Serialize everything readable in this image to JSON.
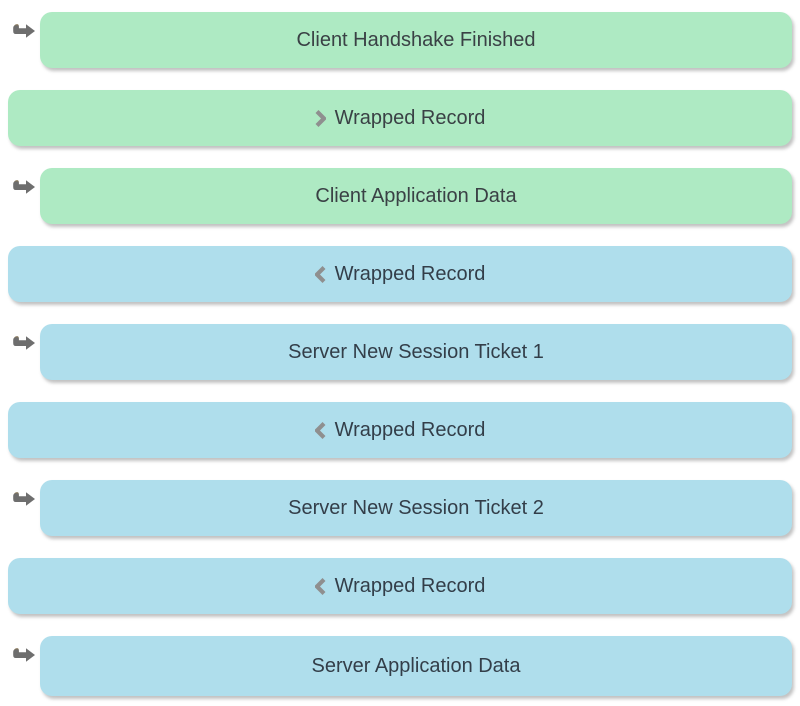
{
  "colors": {
    "client_record_bg": "#aeeac3",
    "server_record_bg": "#afdeec",
    "client_text": "#3a4145",
    "server_text": "#333e49",
    "arrow_gray": "#6e6e6e",
    "arrow_hook_tan": "#87775a",
    "chevron_gray": "#8f8f8f",
    "page_bg": "#ffffff"
  },
  "rows": [
    {
      "label": "Client Handshake Finished",
      "side": "client",
      "arrow": true,
      "chevron": null
    },
    {
      "label": "Wrapped Record",
      "side": "client",
      "arrow": false,
      "chevron": "right"
    },
    {
      "label": "Client Application Data",
      "side": "client",
      "arrow": true,
      "chevron": null
    },
    {
      "label": "Wrapped Record",
      "side": "server",
      "arrow": false,
      "chevron": "left"
    },
    {
      "label": "Server New Session Ticket 1",
      "side": "server",
      "arrow": true,
      "chevron": null
    },
    {
      "label": "Wrapped Record",
      "side": "server",
      "arrow": false,
      "chevron": "left"
    },
    {
      "label": "Server New Session Ticket 2",
      "side": "server",
      "arrow": true,
      "chevron": null
    },
    {
      "label": "Wrapped Record",
      "side": "server",
      "arrow": false,
      "chevron": "left"
    },
    {
      "label": "Server Application Data",
      "side": "server",
      "arrow": true,
      "chevron": null
    }
  ]
}
